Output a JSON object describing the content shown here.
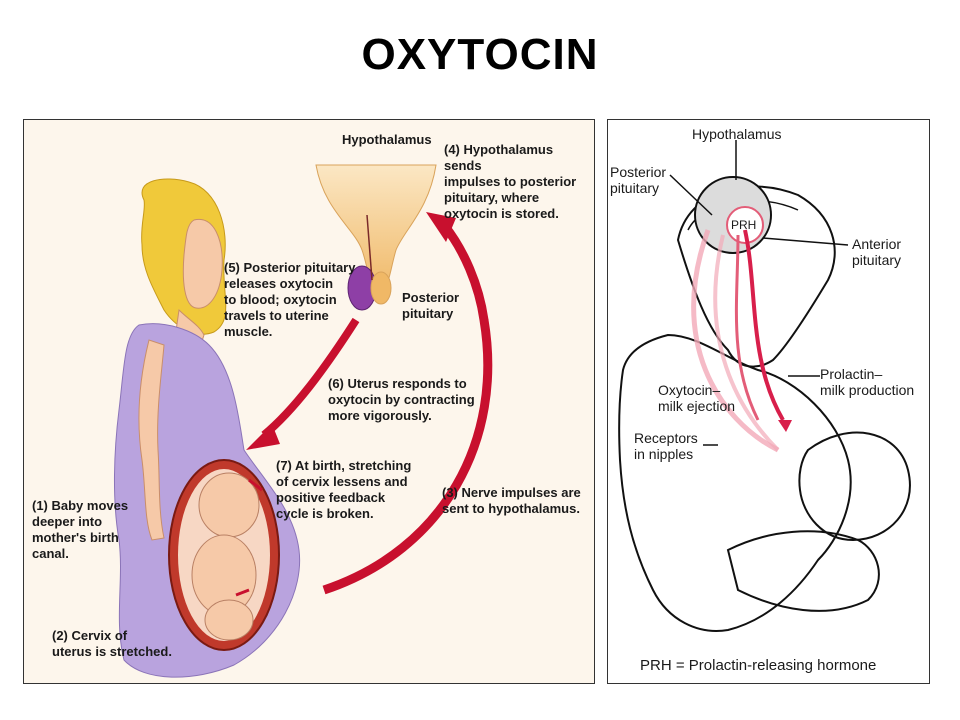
{
  "title": "OXYTOCIN",
  "left_diagram": {
    "hypothalamus": "Hypothalamus",
    "step4": "(4) Hypothalamus sends\n      impulses to posterior\n      pituitary, where\n      oxytocin is stored.",
    "step5": "(5) Posterior pituitary\n      releases oxytocin\n      to blood; oxytocin\n      travels to uterine\n      muscle.",
    "posterior_pituitary": "Posterior\npituitary",
    "step6": "(6) Uterus responds to\n      oxytocin by contracting\n      more vigorously.",
    "step7": "(7) At birth, stretching\n      of cervix lessens and\n      positive feedback\n      cycle is broken.",
    "step3": "(3) Nerve impulses are\n      sent to hypothalamus.",
    "step1": "(1)  Baby moves\n       deeper into\n       mother's birth\n       canal.",
    "step2": "(2) Cervix of\n      uterus is stretched."
  },
  "right_diagram": {
    "hypothalamus": "Hypothalamus",
    "posterior_pituitary": "Posterior\npituitary",
    "prh": "PRH",
    "anterior_pituitary": "Anterior\npituitary",
    "prolactin": "Prolactin–\nmilk production",
    "oxytocin": "Oxytocin–\nmilk ejection",
    "receptors": "Receptors\nin nipples",
    "footer": "PRH = Prolactin-releasing hormone"
  },
  "colors": {
    "arrow_red": "#c8102e",
    "arrow_pink": "#f2a9b8",
    "hair": "#f0c93a",
    "dress": "#b9a3de",
    "skin": "#f6c9a8",
    "gland": "#f3c97a",
    "pituitary": "#8e3fa6"
  }
}
